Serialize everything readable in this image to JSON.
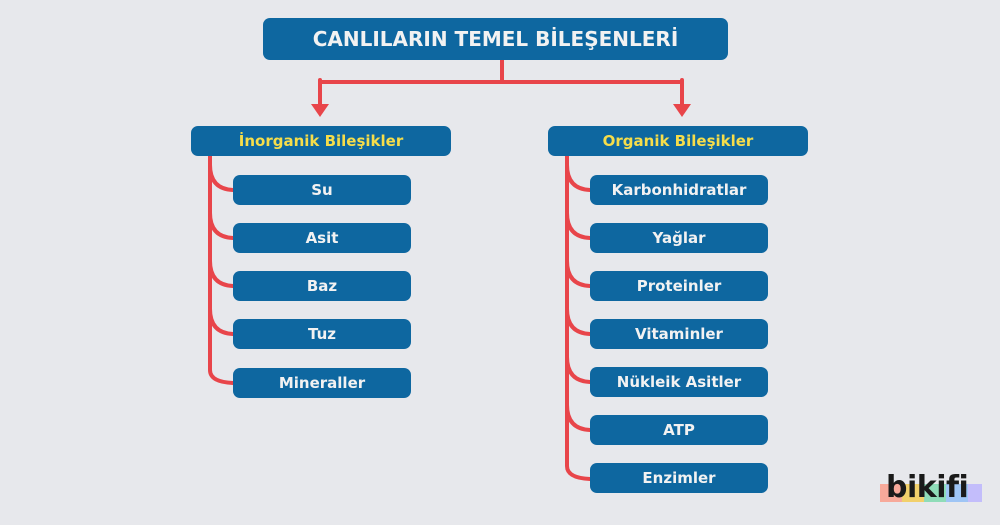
{
  "title": "CANLILARIN TEMEL BİLEŞENLERİ",
  "colors": {
    "background": "#e7e8ec",
    "box": "#0e67a0",
    "box_text": "#f2f2f2",
    "category_text": "#f6dd4a",
    "connector": "#e8454a"
  },
  "categories": [
    {
      "label": "İnorganik Bileşikler",
      "items": [
        "Su",
        "Asit",
        "Baz",
        "Tuz",
        "Mineraller"
      ]
    },
    {
      "label": "Organik Bileşikler",
      "items": [
        "Karbonhidratlar",
        "Yağlar",
        "Proteinler",
        "Vitaminler",
        "Nükleik Asitler",
        "ATP",
        "Enzimler"
      ]
    }
  ],
  "logo": {
    "text": "bikifi",
    "bar_colors": [
      "#f7a99a",
      "#f2d06b",
      "#8fdcb8",
      "#9fc5f5",
      "#c3bdfb"
    ]
  }
}
